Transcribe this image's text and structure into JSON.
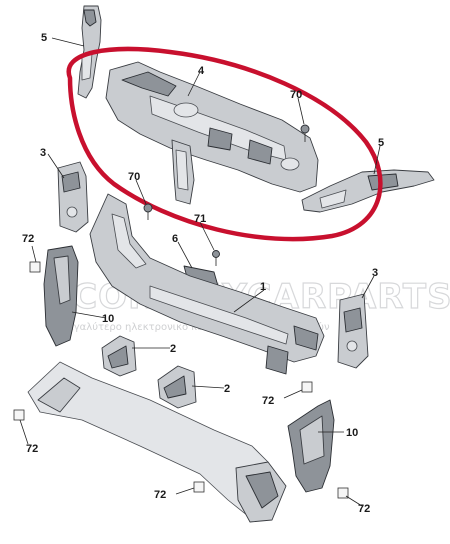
{
  "watermark": {
    "logo": "ECONOMYCARPARTS.GR",
    "tagline": "μεγαλύτερο ηλεκτρονικό κατάστημα ανταλλακτικών"
  },
  "highlight_color": "#c8102e",
  "callouts": {
    "c5_top": "5",
    "c4": "4",
    "c70_right": "70",
    "c5_right": "5",
    "c3_left": "3",
    "c70_mid": "70",
    "c71": "71",
    "c72_left": "72",
    "c6": "6",
    "c1": "1",
    "c3_right": "3",
    "c10_left": "10",
    "c2_upper": "2",
    "c2_lower": "2",
    "c72_mid": "72",
    "c10_right": "10",
    "c72_bottomleft": "72",
    "c72_bottom": "72",
    "c72_bottomright": "72"
  }
}
